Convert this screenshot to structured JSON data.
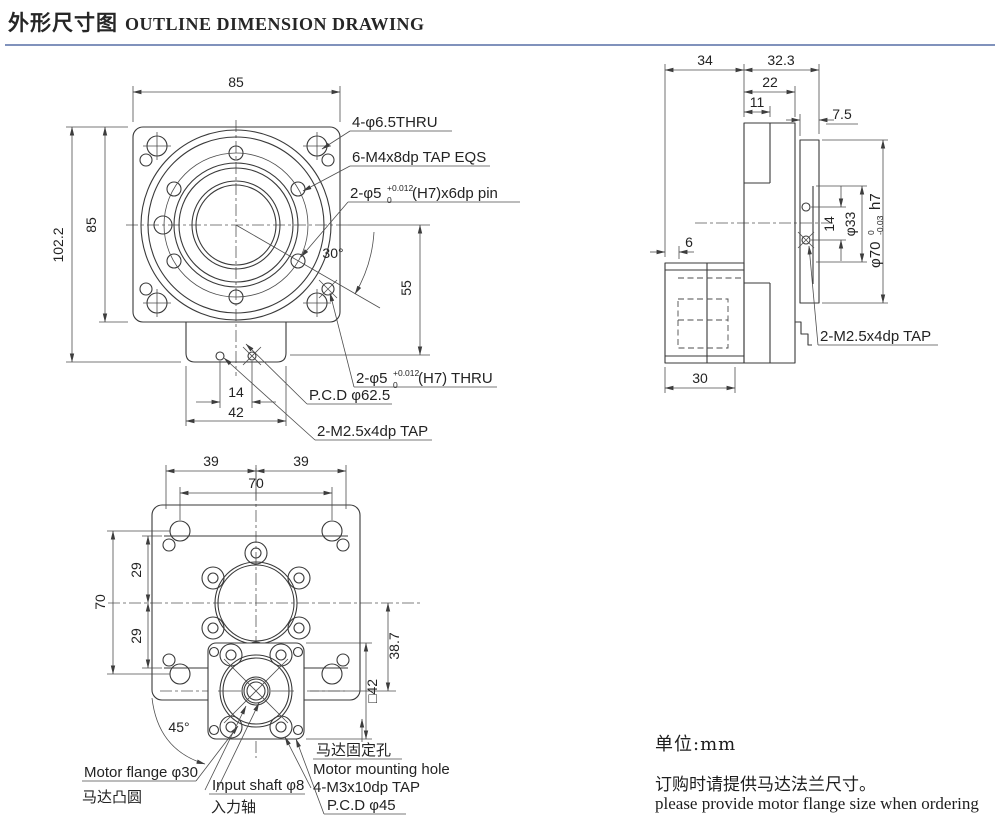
{
  "header": {
    "title_cn": "外形尺寸图",
    "title_en": "OUTLINE DIMENSION DRAWING"
  },
  "front_view": {
    "dim_top_85": "85",
    "dim_left_102_2": "102.2",
    "dim_left_85": "85",
    "dim_14": "14",
    "dim_42": "42",
    "dim_55": "55",
    "dim_30deg": "30°",
    "label_4_thru": "4-φ6.5THRU",
    "label_6_tap": "6-M4x8dp TAP EQS",
    "pin_prefix": "2-φ5",
    "pin_tol_up": "+0.012",
    "pin_tol_dn": "0",
    "pin_suffix": "(H7)x6dp pin",
    "thru_prefix": "2-φ5",
    "thru_tol_up": "+0.012",
    "thru_tol_dn": "0",
    "thru_suffix": "(H7) THRU",
    "label_pcd": "P.C.D φ62.5",
    "label_tap2": "2-M2.5x4dp TAP"
  },
  "side_view": {
    "dim_34": "34",
    "dim_32_3": "32.3",
    "dim_22": "22",
    "dim_11": "11",
    "dim_7_5": "7.5",
    "dim_14": "14",
    "dim_d33": "φ33",
    "d70_prefix": "φ70",
    "d70_tol_up": "0",
    "d70_tol_dn": "-0.03",
    "d70_suffix": "h7",
    "dim_6": "6",
    "dim_30": "30",
    "label_tap": "2-M2.5x4dp TAP"
  },
  "bottom_view": {
    "dim_39_l": "39",
    "dim_39_r": "39",
    "dim_70_top": "70",
    "dim_29_t": "29",
    "dim_70_left": "70",
    "dim_29_b": "29",
    "dim_38_7": "38.7",
    "dim_sq42": "□42",
    "dim_45deg": "45°",
    "label_flange_en": "Motor flange φ30",
    "label_flange_cn": "马达凸圆",
    "label_shaft_en": "Input shaft φ8",
    "label_shaft_cn": "入力轴",
    "label_mount_cn": "马达固定孔",
    "label_mount_en": "Motor mounting hole",
    "label_mount_tap": "4-M3x10dp TAP",
    "label_pcd": "P.C.D φ45"
  },
  "notes": {
    "unit": "单位:mm",
    "order_cn": "订购时请提供马达法兰尺寸。",
    "order_en": "please provide motor flange size when ordering"
  }
}
